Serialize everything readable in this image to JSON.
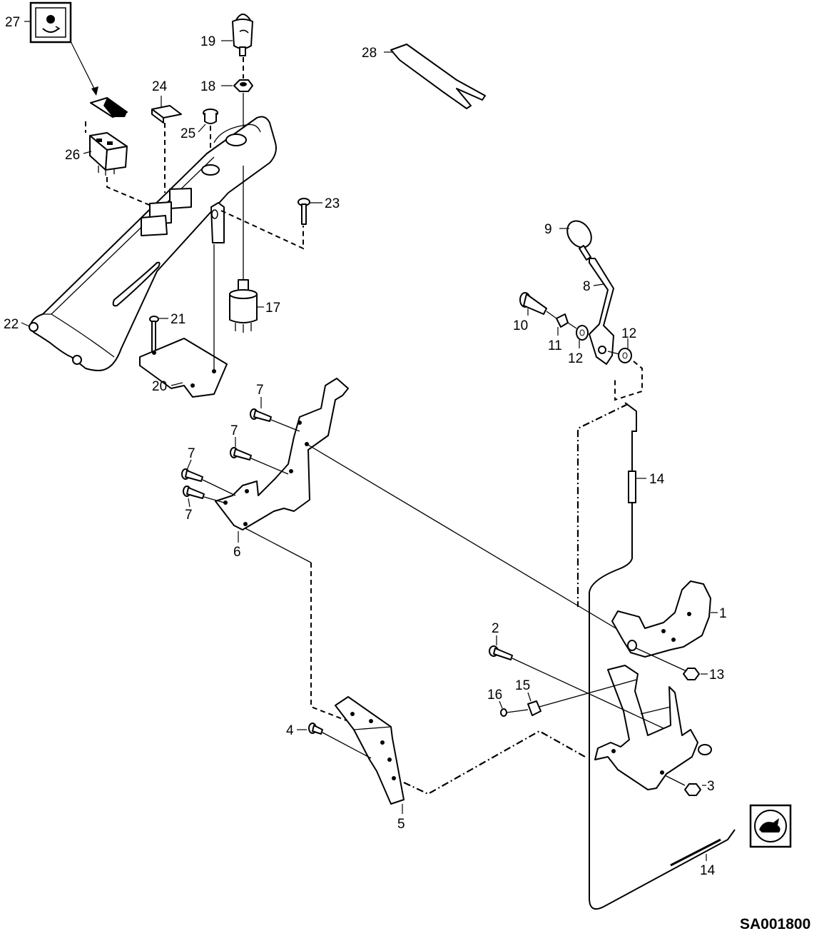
{
  "drawing_code": "SA001800",
  "callouts": [
    {
      "id": "c1",
      "text": "1"
    },
    {
      "id": "c2",
      "text": "2"
    },
    {
      "id": "c3",
      "text": "3"
    },
    {
      "id": "c4",
      "text": "4"
    },
    {
      "id": "c5",
      "text": "5"
    },
    {
      "id": "c6",
      "text": "6"
    },
    {
      "id": "c7a",
      "text": "7"
    },
    {
      "id": "c7b",
      "text": "7"
    },
    {
      "id": "c7c",
      "text": "7"
    },
    {
      "id": "c7d",
      "text": "7"
    },
    {
      "id": "c8",
      "text": "8"
    },
    {
      "id": "c9",
      "text": "9"
    },
    {
      "id": "c10",
      "text": "10"
    },
    {
      "id": "c11",
      "text": "11"
    },
    {
      "id": "c12a",
      "text": "12"
    },
    {
      "id": "c12b",
      "text": "12"
    },
    {
      "id": "c13",
      "text": "13"
    },
    {
      "id": "c14a",
      "text": "14"
    },
    {
      "id": "c14b",
      "text": "14"
    },
    {
      "id": "c15",
      "text": "15"
    },
    {
      "id": "c16",
      "text": "16"
    },
    {
      "id": "c17",
      "text": "17"
    },
    {
      "id": "c18",
      "text": "18"
    },
    {
      "id": "c19",
      "text": "19"
    },
    {
      "id": "c20",
      "text": "20"
    },
    {
      "id": "c21",
      "text": "21"
    },
    {
      "id": "c22",
      "text": "22"
    },
    {
      "id": "c23",
      "text": "23"
    },
    {
      "id": "c24",
      "text": "24"
    },
    {
      "id": "c25",
      "text": "25"
    },
    {
      "id": "c26",
      "text": "26"
    },
    {
      "id": "c27",
      "text": "27"
    },
    {
      "id": "c28",
      "text": "28"
    }
  ],
  "icons": {
    "switch_symbol": "rotating-light-icon",
    "machine_symbol": "rabbit-fast-icon"
  }
}
